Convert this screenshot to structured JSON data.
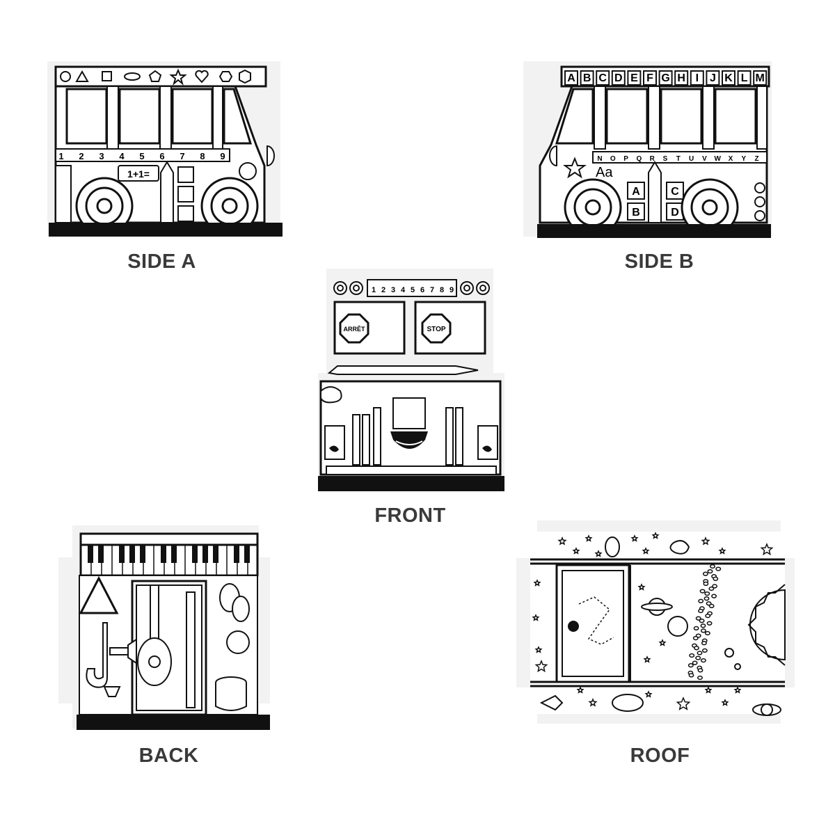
{
  "panels": {
    "side_a": {
      "label": "SIDE A",
      "ruler_numbers": [
        "1",
        "2",
        "3",
        "4",
        "5",
        "6",
        "7",
        "8",
        "9"
      ],
      "calculator_text": "1+1="
    },
    "side_b": {
      "label": "SIDE B",
      "alphabet_top": [
        "A",
        "B",
        "C",
        "D",
        "E",
        "F",
        "G",
        "H",
        "I",
        "J",
        "K",
        "L",
        "M"
      ],
      "alphabet_strip": [
        "N",
        "O",
        "P",
        "Q",
        "R",
        "S",
        "T",
        "U",
        "V",
        "W",
        "X",
        "Y",
        "Z"
      ],
      "letter_blocks": [
        "A",
        "C",
        "B",
        "D"
      ],
      "aa_text": "Aa"
    },
    "front": {
      "label": "FRONT",
      "number_strip": [
        "1",
        "2",
        "3",
        "4",
        "5",
        "6",
        "7",
        "8",
        "9"
      ],
      "stop_sign_left": "ARRÊT",
      "stop_sign_right": "STOP"
    },
    "back": {
      "label": "BACK"
    },
    "roof": {
      "label": "ROOF"
    }
  }
}
